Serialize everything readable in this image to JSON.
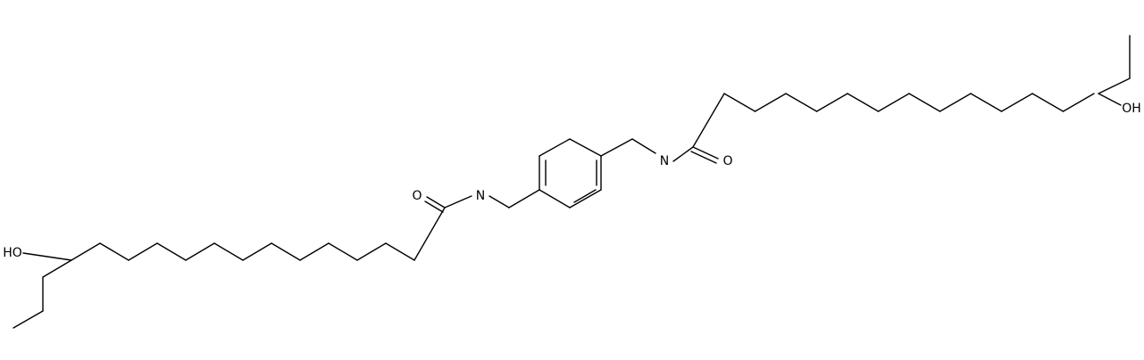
{
  "molecule": {
    "atom_labels": {
      "n_left": "N",
      "n_right": "N",
      "o_left": "O",
      "o_right": "O",
      "oh_left": "HO",
      "oh_right": "OH"
    },
    "colors": {
      "bond": "#000000",
      "background": "#ffffff"
    }
  }
}
